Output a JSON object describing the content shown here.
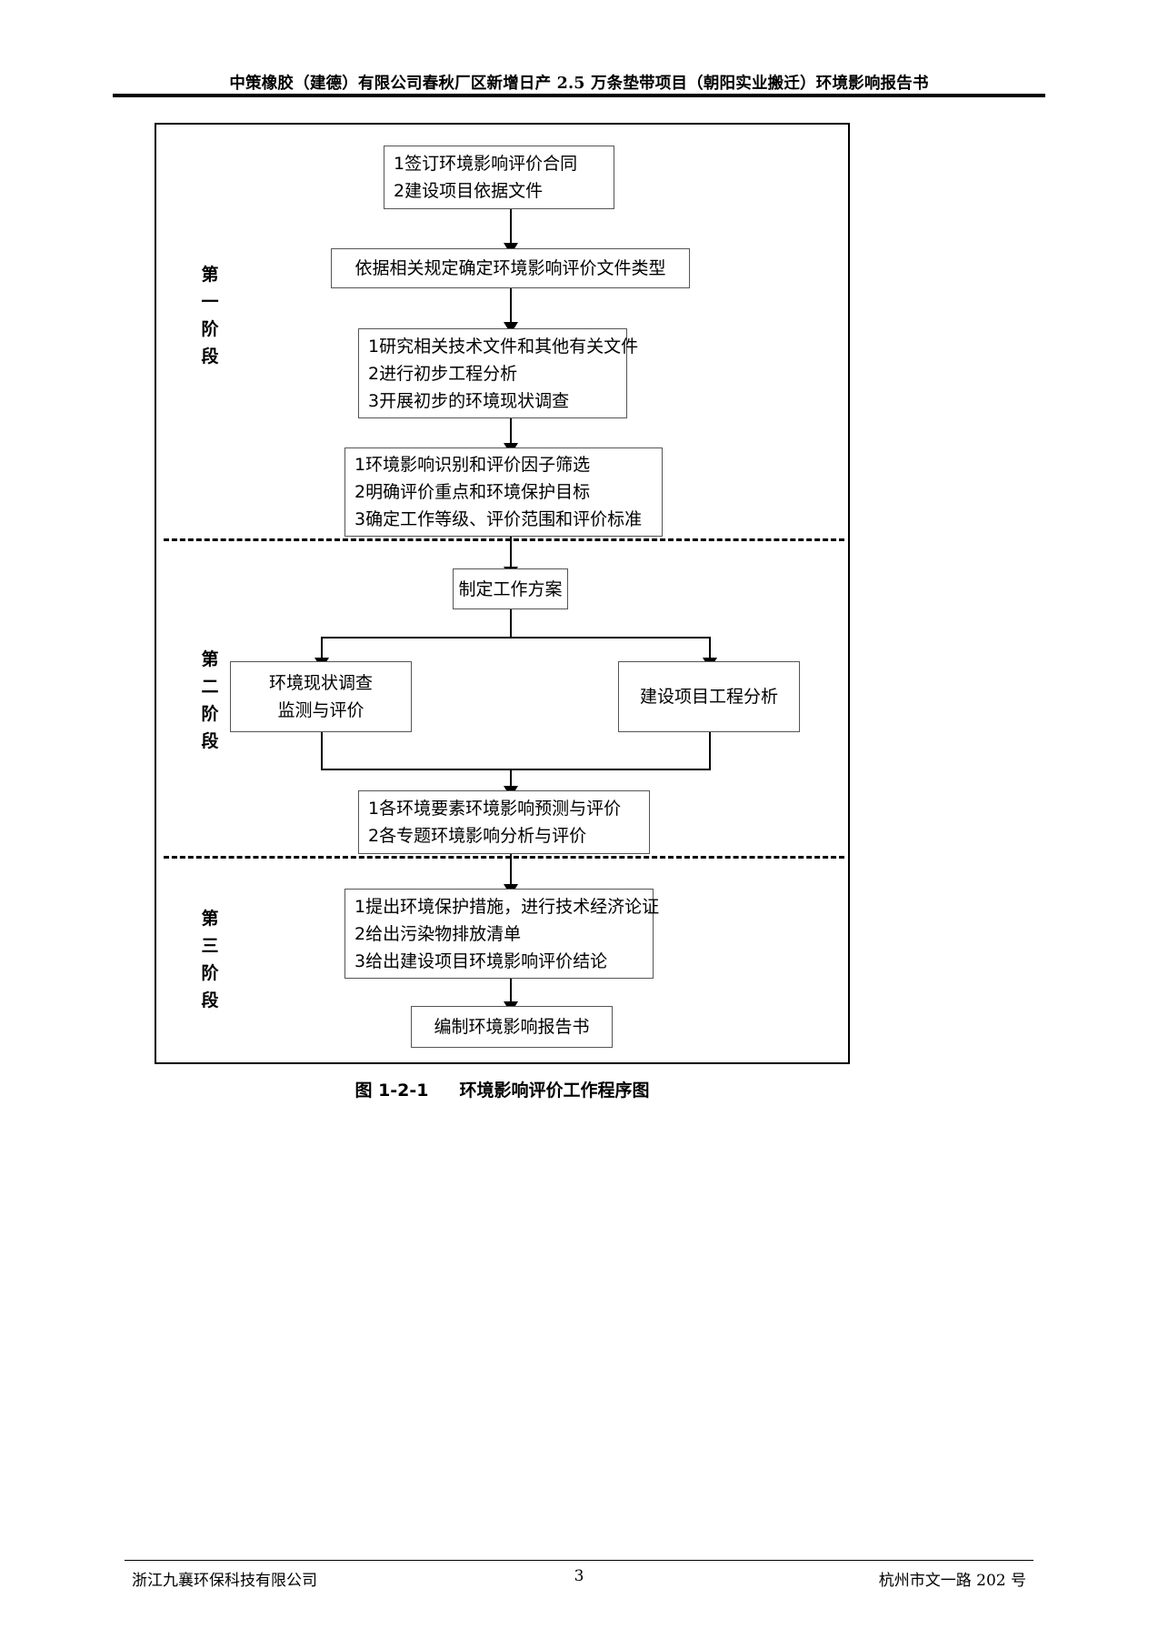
{
  "header": {
    "title": "中策橡胶（建德）有限公司春秋厂区新增日产 2.5 万条垫带项目（朝阳实业搬迁）环境影响报告书"
  },
  "figure": {
    "caption_number": "图 1-2-1",
    "caption_text": "环境影响评价工作程序图"
  },
  "stages": [
    {
      "id": "stage-1",
      "chars": [
        "第",
        "一",
        "阶",
        "段"
      ]
    },
    {
      "id": "stage-2",
      "chars": [
        "第",
        "二",
        "阶",
        "段"
      ]
    },
    {
      "id": "stage-3",
      "chars": [
        "第",
        "三",
        "阶",
        "段"
      ]
    }
  ],
  "nodes": {
    "n1": {
      "id": "contract-node",
      "lines": [
        "1签订环境影响评价合同",
        "2建设项目依据文件"
      ]
    },
    "n2": {
      "id": "doc-type-node",
      "lines": [
        "依据相关规定确定环境影响评价文件类型"
      ]
    },
    "n3": {
      "id": "preliminary-study-node",
      "lines": [
        "1研究相关技术文件和其他有关文件",
        "2进行初步工程分析",
        "3开展初步的环境现状调查"
      ]
    },
    "n4": {
      "id": "identification-node",
      "lines": [
        "1环境影响识别和评价因子筛选",
        "2明确评价重点和环境保护目标",
        "3确定工作等级、评价范围和评价标准"
      ]
    },
    "n5": {
      "id": "work-plan-node",
      "lines": [
        "制定工作方案"
      ]
    },
    "n6": {
      "id": "status-survey-node",
      "lines": [
        "环境现状调查",
        "监测与评价"
      ]
    },
    "n7": {
      "id": "engineering-analysis-node",
      "lines": [
        "建设项目工程分析"
      ]
    },
    "n8": {
      "id": "prediction-node",
      "lines": [
        "1各环境要素环境影响预测与评价",
        "2各专题环境影响分析与评价"
      ]
    },
    "n9": {
      "id": "measures-node",
      "lines": [
        "1提出环境保护措施，进行技术经济论证",
        "2给出污染物排放清单",
        "3给出建设项目环境影响评价结论"
      ]
    },
    "n10": {
      "id": "report-node",
      "lines": [
        "编制环境影响报告书"
      ]
    }
  },
  "footer": {
    "left": "浙江九襄环保科技有限公司",
    "page_number": "3",
    "right": "杭州市文一路 202 号"
  },
  "colors": {
    "ink": "#000000",
    "box_border": "#555555",
    "page_background": "#ffffff"
  }
}
